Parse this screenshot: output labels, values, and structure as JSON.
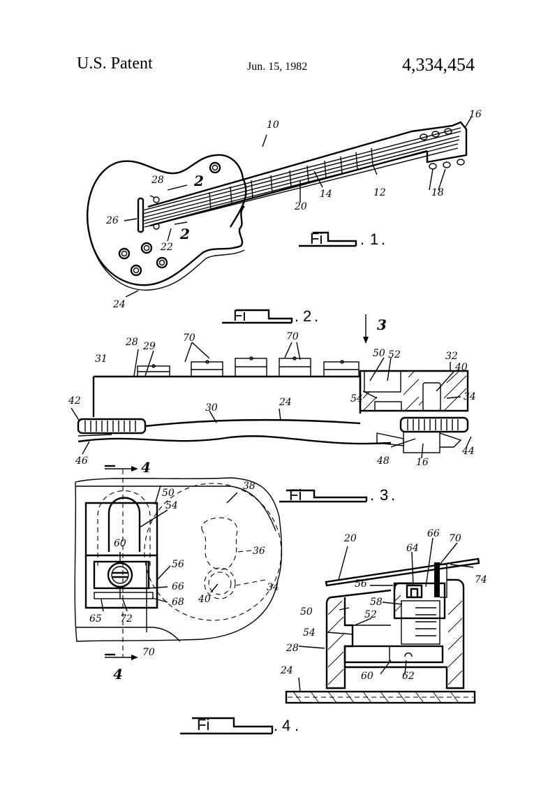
{
  "header": {
    "left": "U.S. Patent",
    "date": "Jun. 15, 1982",
    "patent_number": "4,334,454"
  },
  "figures": {
    "fig1": {
      "label_num": "1",
      "refs": {
        "r10": "10",
        "r12": "12",
        "r14": "14",
        "r16": "16",
        "r18": "18",
        "r20": "20",
        "r22": "22",
        "r24": "24",
        "r26": "26",
        "r28": "28",
        "sec2a": "2",
        "sec2b": "2"
      }
    },
    "fig2": {
      "label_num": "2",
      "view_arrow": "3",
      "refs": {
        "r28": "28",
        "r29": "29",
        "r31": "31",
        "r70a": "70",
        "r70b": "70",
        "r50": "50",
        "r52": "52",
        "r32": "32",
        "r40": "40",
        "r34": "34",
        "r54": "54",
        "r42": "42",
        "r30": "30",
        "r24": "24",
        "r46": "46",
        "r48": "48",
        "r16": "16",
        "r44": "44",
        "sec4": "4"
      }
    },
    "fig3": {
      "label_num": "3",
      "refs": {
        "r50": "50",
        "r54": "54",
        "r38": "38",
        "r36": "36",
        "r60": "60",
        "r56": "56",
        "r66": "66",
        "r34": "34",
        "r68": "68",
        "r65": "65",
        "r72": "72",
        "r40": "40",
        "r70": "70",
        "sec4a": "4",
        "sec4b": "4"
      }
    },
    "fig4": {
      "label_num": "4",
      "refs": {
        "r20": "20",
        "r64": "64",
        "r66": "66",
        "r70": "70",
        "r74": "74",
        "r56": "56",
        "r58": "58",
        "r50": "50",
        "r52": "52",
        "r54": "54",
        "r28": "28",
        "r24": "24",
        "r60": "60",
        "r62": "62"
      }
    }
  }
}
